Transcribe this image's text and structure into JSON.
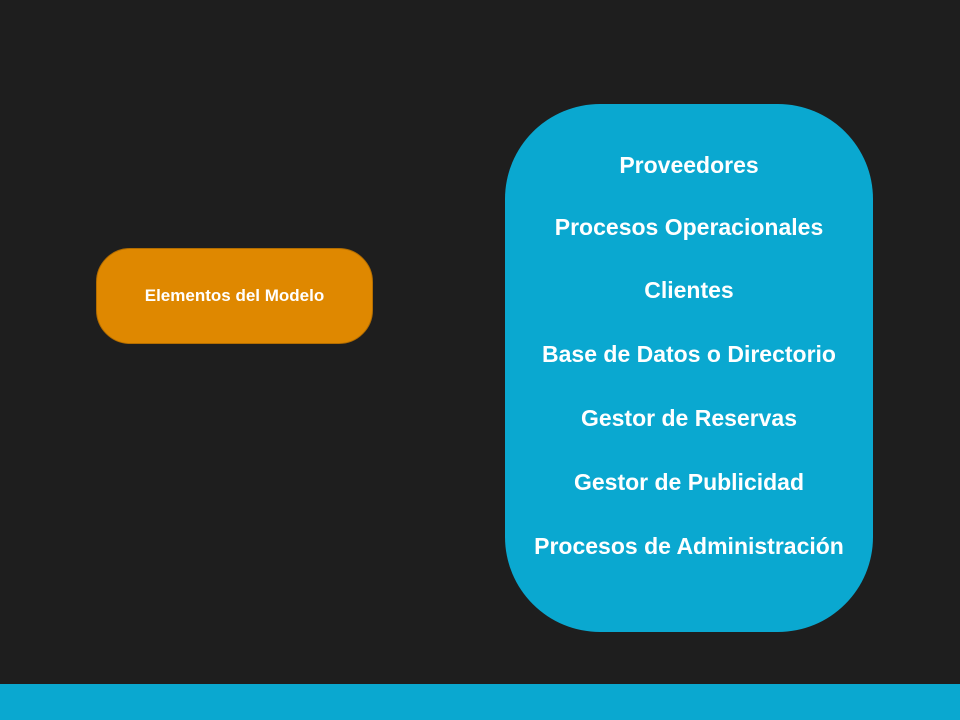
{
  "main_node": {
    "label": "Elementos del Modelo"
  },
  "elements": [
    "Proveedores",
    "Procesos Operacionales",
    "Clientes",
    "Base de Datos o Directorio",
    "Gestor de Reservas",
    "Gestor de Publicidad",
    "Procesos de Administración"
  ],
  "colors": {
    "background": "#1e1e1e",
    "main_node": "#df8800",
    "list_node": "#0aa8d0",
    "footer_bar": "#0aa8d0",
    "text": "#ffffff"
  }
}
